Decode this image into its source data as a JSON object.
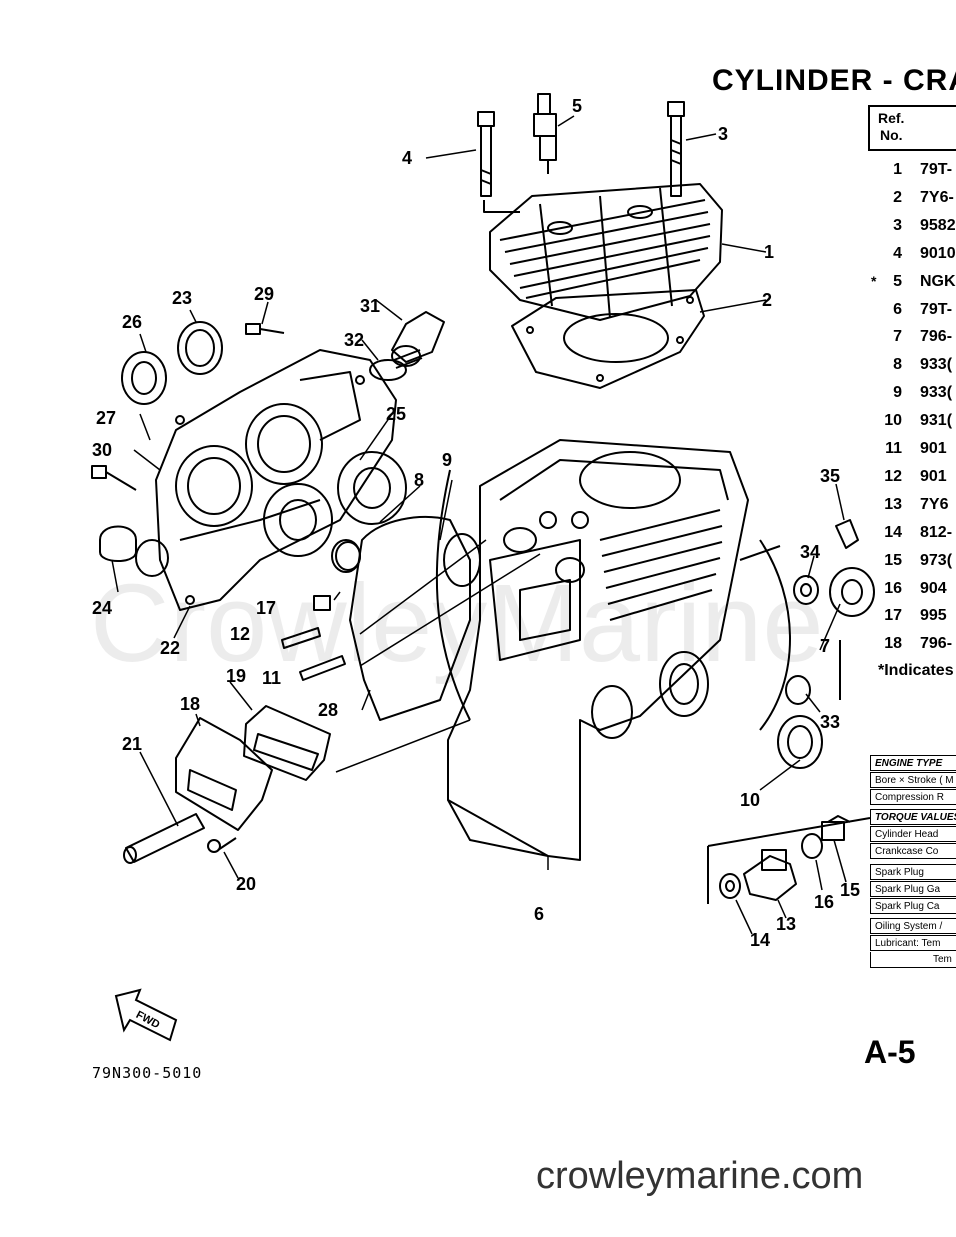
{
  "title": "CYLINDER - CRA",
  "table": {
    "header": [
      "Ref.",
      "No."
    ],
    "rows": [
      {
        "num": "1",
        "part": "79T-",
        "star": ""
      },
      {
        "num": "2",
        "part": "7Y6-",
        "star": ""
      },
      {
        "num": "3",
        "part": "9582",
        "star": ""
      },
      {
        "num": "4",
        "part": "9010",
        "star": ""
      },
      {
        "num": "5",
        "part": "NGK",
        "star": "*"
      },
      {
        "num": "6",
        "part": "79T-",
        "star": ""
      },
      {
        "num": "7",
        "part": "796-",
        "star": ""
      },
      {
        "num": "8",
        "part": "933(",
        "star": ""
      },
      {
        "num": "9",
        "part": "933(",
        "star": ""
      },
      {
        "num": "10",
        "part": "931(",
        "star": ""
      },
      {
        "num": "11",
        "part": "901",
        "star": ""
      },
      {
        "num": "12",
        "part": "901",
        "star": ""
      },
      {
        "num": "13",
        "part": "7Y6",
        "star": ""
      },
      {
        "num": "14",
        "part": "812-",
        "star": ""
      },
      {
        "num": "15",
        "part": "973(",
        "star": ""
      },
      {
        "num": "16",
        "part": "904",
        "star": ""
      },
      {
        "num": "17",
        "part": "995",
        "star": ""
      },
      {
        "num": "18",
        "part": "796-",
        "star": ""
      }
    ],
    "footnote": "*Indicates"
  },
  "specs": [
    {
      "text": "ENGINE TYPE",
      "bold": true
    },
    {
      "text": "Bore × Stroke ( M",
      "bold": false
    },
    {
      "text": "Compression R",
      "bold": false
    },
    {
      "text": "TORQUE VALUES",
      "bold": true
    },
    {
      "text": "Cylinder Head",
      "bold": false
    },
    {
      "text": "Crankcase Co",
      "bold": false
    },
    {
      "text": "Spark Plug",
      "bold": false
    },
    {
      "text": "Spark Plug Ga",
      "bold": false
    },
    {
      "text": "Spark Plug Ca",
      "bold": false
    },
    {
      "text": "Oiling System /",
      "bold": false
    },
    {
      "text": "Lubricant: Tem",
      "bold": false
    },
    {
      "text": "Tem",
      "bold": false
    }
  ],
  "callouts": [
    "1",
    "2",
    "3",
    "4",
    "5",
    "6",
    "7",
    "8",
    "9",
    "10",
    "11",
    "12",
    "13",
    "14",
    "15",
    "16",
    "17",
    "18",
    "19",
    "20",
    "21",
    "22",
    "23",
    "24",
    "25",
    "26",
    "27",
    "28",
    "29",
    "30",
    "31",
    "32",
    "33",
    "34",
    "35"
  ],
  "fwd_label": "FWD",
  "page_number": "A-5",
  "diagram_code": "79N300-5010",
  "watermark": "CrowleyMarine",
  "website": "crowleymarine.com"
}
